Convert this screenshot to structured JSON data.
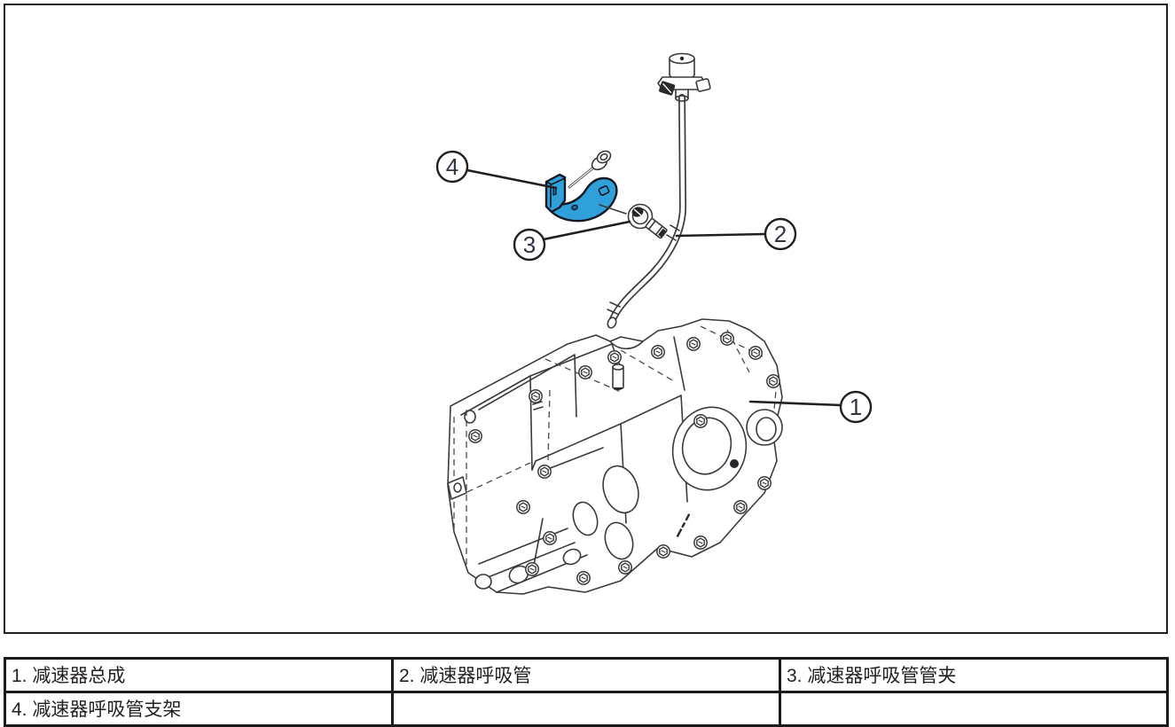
{
  "diagram": {
    "highlight_color": "#2fa0d9",
    "line_color": "#3a3a3c",
    "border_color": "#231f20",
    "callout_number_color": "#2e3440",
    "callouts": [
      {
        "number": "1"
      },
      {
        "number": "2"
      },
      {
        "number": "3"
      },
      {
        "number": "4"
      }
    ]
  },
  "legend_table": {
    "rows": [
      {
        "cells": [
          "1. 减速器总成",
          "2. 减速器呼吸管",
          "3. 减速器呼吸管管夹"
        ]
      },
      {
        "cells": [
          "4. 减速器呼吸管支架",
          "",
          ""
        ]
      }
    ]
  }
}
